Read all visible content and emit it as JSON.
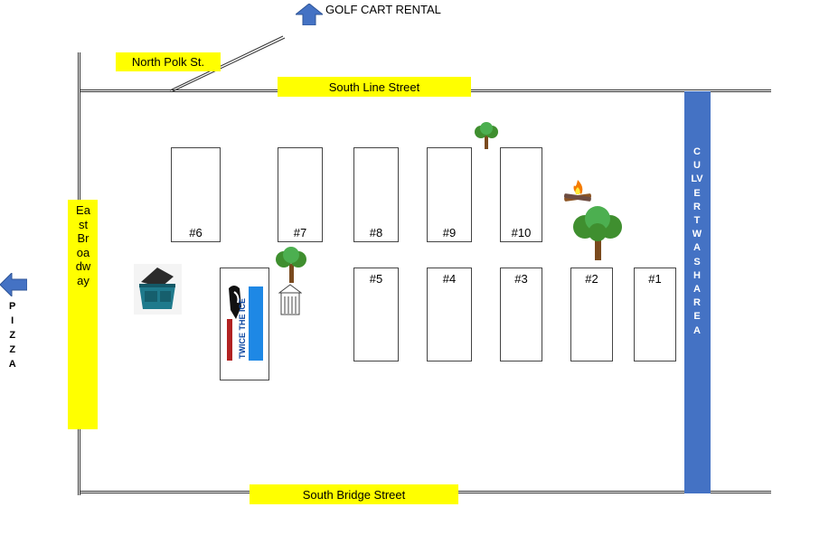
{
  "direction_labels": {
    "golf_cart": "GOLF CART RENTAL",
    "pizza": "PIZZA"
  },
  "streets": {
    "north_polk": "North Polk St.",
    "south_line": "South Line Street",
    "south_bridge": "South Bridge Street",
    "east_broadway": "East Broadway",
    "culvert": "CULVERT WASH AREA"
  },
  "lots": {
    "top": [
      "#6",
      "#7",
      "#8",
      "#9",
      "#10"
    ],
    "bottom": [
      "#5",
      "#4",
      "#3",
      "#2",
      "#1"
    ]
  },
  "vendor_sign": "TWICE THE ICE",
  "icons": [
    "arrow-up-icon",
    "arrow-left-icon",
    "tree-icon",
    "campfire-icon",
    "dumpster-icon",
    "outhouse-icon",
    "ice-machine-icon"
  ],
  "colors": {
    "street_label": "#ffff00",
    "culvert": "#4472c4",
    "arrow": "#4472c4",
    "tree_foliage": "#3f8f2f",
    "tree_trunk": "#7a4a1e"
  }
}
